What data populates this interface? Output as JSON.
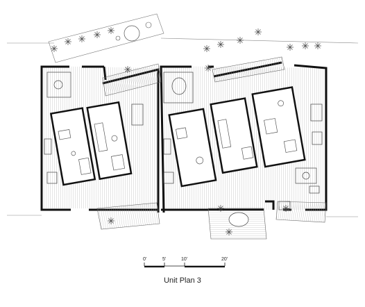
{
  "caption": "Unit Plan 3",
  "scale_bar": {
    "labels": [
      "0'",
      "5'",
      "10'",
      "20'"
    ],
    "values": [
      0,
      5,
      10,
      20
    ]
  },
  "colors": {
    "line": "#111111",
    "hatch": "#9a9a9a",
    "plant": "#444444"
  }
}
